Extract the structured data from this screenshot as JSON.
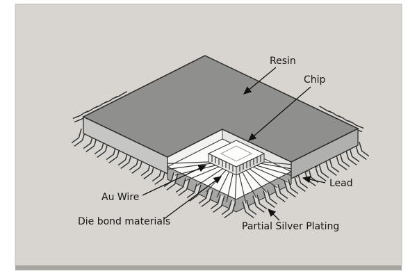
{
  "diagram": {
    "labels": {
      "resin": "Resin",
      "chip": "Chip",
      "au_wire": "Au Wire",
      "die_bond_materials": "Die bond materials",
      "lead": "Lead",
      "partial_silver_plating": "Partial Silver Plating"
    },
    "colors": {
      "page_bg": "#ffffff",
      "panel_bg": "#d8d5d0",
      "panel_shadow": "#a9a6a2",
      "resin_top": "#8f8f8d",
      "resin_side_left": "#c6c6c4",
      "resin_side_right": "#b0b0ae",
      "cavity_floor": "#fbfbf9",
      "lead_frame_band": "#a6a6a4",
      "lead_fill": "#d9d9d7",
      "outline": "#2b2b2b",
      "label_text": "#141414"
    }
  }
}
